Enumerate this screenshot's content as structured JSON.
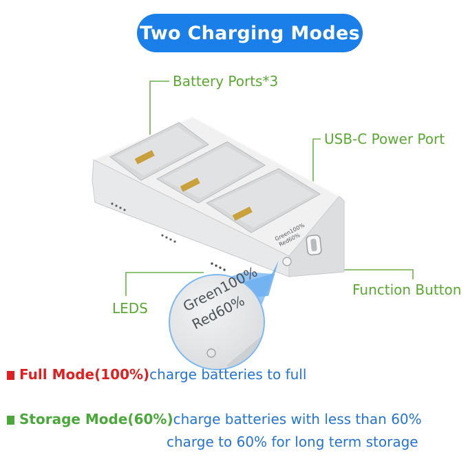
{
  "title": "Two Charging Modes",
  "callouts": {
    "battery_ports": "Battery Ports*3",
    "usb_c": "USB-C Power Port",
    "function_button": "Function Button",
    "leds": "LEDS"
  },
  "device_markings": {
    "line1": "Green100%",
    "line2": "Red60%"
  },
  "modes": [
    {
      "label": "Full Mode(100%)",
      "color": "#e02020",
      "desc_line1": "charge batteries to full",
      "desc_line2": ""
    },
    {
      "label": "Storage Mode(60%)",
      "color": "#4aa83a",
      "desc_line1": "charge batteries with less than 60%",
      "desc_line2": "charge to 60% for long term storage"
    }
  ],
  "colors": {
    "accent": "#1a7fe8",
    "callout": "#5aa832",
    "description": "#2473d6"
  }
}
